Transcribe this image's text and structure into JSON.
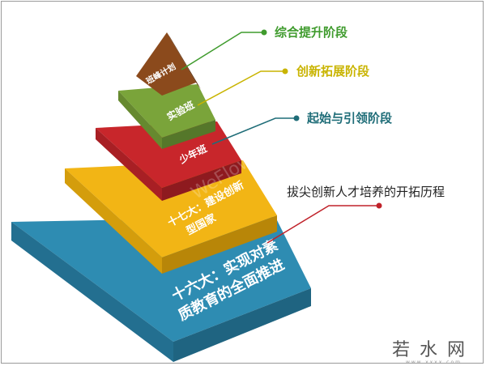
{
  "levels": [
    {
      "id": "top",
      "label": "班峰计划",
      "color": "#8B4A1C",
      "dark": "#5f3110"
    },
    {
      "id": "l2",
      "label": "实验班",
      "color": "#7AA43A",
      "dark": "#55772a"
    },
    {
      "id": "l3",
      "label": "少年班",
      "color": "#C8262B",
      "dark": "#8e1a1f"
    },
    {
      "id": "l4",
      "label_line1": "十七大：建设创新",
      "label_line2": "型国家",
      "color": "#F2B515",
      "dark": "#b88608"
    },
    {
      "id": "l5",
      "label_line1": "十六大：实现对素",
      "label_line2": "质教育的全面推进",
      "color": "#2E8CB2",
      "dark": "#1f6481"
    }
  ],
  "callouts": [
    {
      "id": "c1",
      "text": "综合提升阶段",
      "color": "#3F9B2D"
    },
    {
      "id": "c2",
      "text": "创新拓展阶段",
      "color": "#C9B400"
    },
    {
      "id": "c3",
      "text": "起始与引领阶段",
      "color": "#1F6D78"
    },
    {
      "id": "c4",
      "text": "拔尖创新人才培养的开拓历程",
      "color": "#C0222A"
    }
  ],
  "watermark": "WeFlow",
  "brand": "若水网",
  "brand_sub": "www.xxxx.com"
}
